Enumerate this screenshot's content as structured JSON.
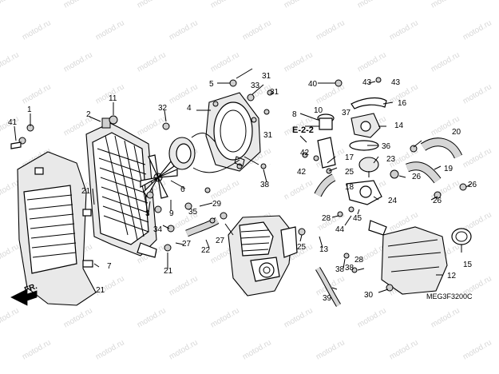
{
  "watermark": "motod.ru",
  "section_ref": "E-2-2",
  "front_marker": "FR.",
  "diagram_code": "MEG3F3200C",
  "callouts": [
    "1",
    "2",
    "3",
    "4",
    "5",
    "6",
    "7",
    "8",
    "9",
    "10",
    "11",
    "12",
    "13",
    "14",
    "15",
    "16",
    "17",
    "18",
    "19",
    "20",
    "21",
    "21",
    "21",
    "22",
    "23",
    "24",
    "25",
    "25",
    "26",
    "26",
    "26",
    "27",
    "27",
    "28",
    "28",
    "29",
    "30",
    "31",
    "31",
    "31",
    "32",
    "33",
    "34",
    "35",
    "36",
    "37",
    "38",
    "38",
    "38",
    "39",
    "40",
    "41",
    "42",
    "42",
    "43",
    "43",
    "44",
    "45"
  ]
}
